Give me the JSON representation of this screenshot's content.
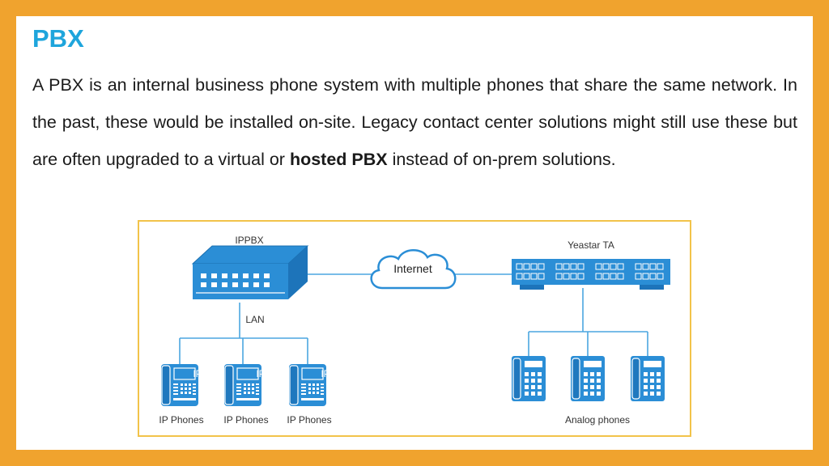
{
  "slide": {
    "title": "PBX",
    "paragraph": {
      "intro": "A PBX is an internal business phone system with multiple phones that share the same network. In the past, these would be installed on-site. Legacy contact center solutions might still use these but are often upgraded to a virtual or ",
      "bold": "hosted PBX",
      "outro": " instead of on-prem solutions."
    }
  },
  "diagram": {
    "ippbx_label": "IPPBX",
    "internet_label": "Internet",
    "yeastar_label": "Yeastar TA",
    "lan_label": "LAN",
    "ip_phones": [
      {
        "label": "IP Phones",
        "screen": "IP"
      },
      {
        "label": "IP Phones",
        "screen": "IP"
      },
      {
        "label": "IP Phones",
        "screen": "IP"
      }
    ],
    "analog_label": "Analog phones"
  },
  "colors": {
    "frame": "#F0A32E",
    "title": "#1EA5DC",
    "device_blue": "#2B8ED6",
    "line_blue": "#4BA6E0",
    "border_yellow": "#F2C34A"
  }
}
